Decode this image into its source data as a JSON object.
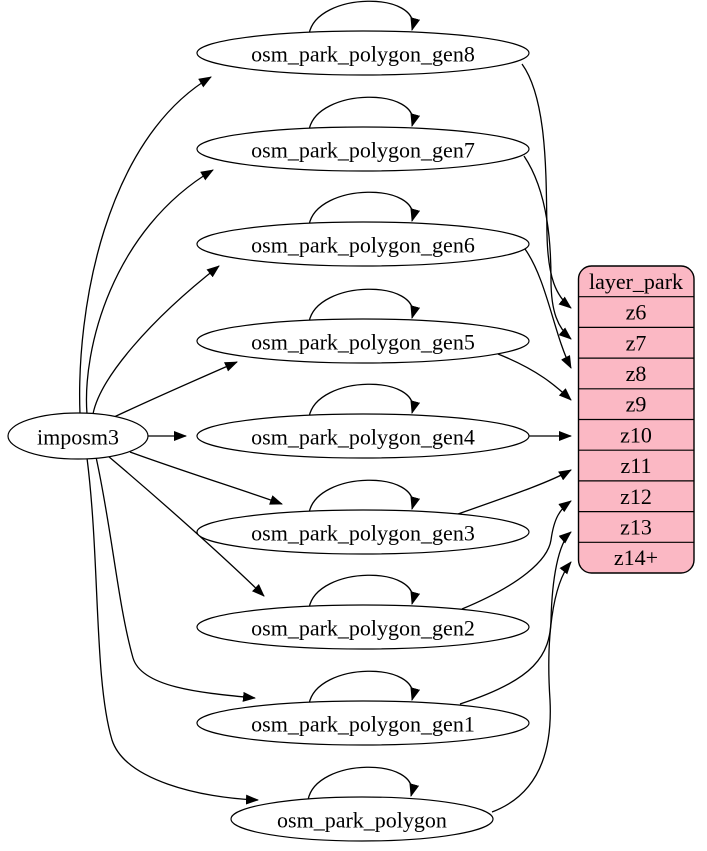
{
  "diagram": {
    "type": "graphviz-digraph",
    "background": "#ffffff",
    "source_node": {
      "label": "imposm3"
    },
    "generalized_nodes": [
      {
        "label": "osm_park_polygon_gen8"
      },
      {
        "label": "osm_park_polygon_gen7"
      },
      {
        "label": "osm_park_polygon_gen6"
      },
      {
        "label": "osm_park_polygon_gen5"
      },
      {
        "label": "osm_park_polygon_gen4"
      },
      {
        "label": "osm_park_polygon_gen3"
      },
      {
        "label": "osm_park_polygon_gen2"
      },
      {
        "label": "osm_park_polygon_gen1"
      },
      {
        "label": "osm_park_polygon"
      }
    ],
    "layer_table": {
      "title": "layer_park",
      "rows": [
        "z6",
        "z7",
        "z8",
        "z9",
        "z10",
        "z11",
        "z12",
        "z13",
        "z14+"
      ],
      "fill": "#fbb8c4",
      "border": "#000000"
    },
    "edges": [
      {
        "from": "imposm3",
        "to": "osm_park_polygon_gen8"
      },
      {
        "from": "imposm3",
        "to": "osm_park_polygon_gen7"
      },
      {
        "from": "imposm3",
        "to": "osm_park_polygon_gen6"
      },
      {
        "from": "imposm3",
        "to": "osm_park_polygon_gen5"
      },
      {
        "from": "imposm3",
        "to": "osm_park_polygon_gen4"
      },
      {
        "from": "imposm3",
        "to": "osm_park_polygon_gen3"
      },
      {
        "from": "imposm3",
        "to": "osm_park_polygon_gen2"
      },
      {
        "from": "imposm3",
        "to": "osm_park_polygon_gen1"
      },
      {
        "from": "imposm3",
        "to": "osm_park_polygon"
      },
      {
        "from": "osm_park_polygon_gen8",
        "to": "osm_park_polygon_gen8",
        "type": "self-loop"
      },
      {
        "from": "osm_park_polygon_gen7",
        "to": "osm_park_polygon_gen7",
        "type": "self-loop"
      },
      {
        "from": "osm_park_polygon_gen6",
        "to": "osm_park_polygon_gen6",
        "type": "self-loop"
      },
      {
        "from": "osm_park_polygon_gen5",
        "to": "osm_park_polygon_gen5",
        "type": "self-loop"
      },
      {
        "from": "osm_park_polygon_gen4",
        "to": "osm_park_polygon_gen4",
        "type": "self-loop"
      },
      {
        "from": "osm_park_polygon_gen3",
        "to": "osm_park_polygon_gen3",
        "type": "self-loop"
      },
      {
        "from": "osm_park_polygon_gen2",
        "to": "osm_park_polygon_gen2",
        "type": "self-loop"
      },
      {
        "from": "osm_park_polygon_gen1",
        "to": "osm_park_polygon_gen1",
        "type": "self-loop"
      },
      {
        "from": "osm_park_polygon",
        "to": "osm_park_polygon",
        "type": "self-loop"
      },
      {
        "from": "osm_park_polygon_gen8",
        "to": "layer_park.z6"
      },
      {
        "from": "osm_park_polygon_gen7",
        "to": "layer_park.z7"
      },
      {
        "from": "osm_park_polygon_gen6",
        "to": "layer_park.z8"
      },
      {
        "from": "osm_park_polygon_gen5",
        "to": "layer_park.z9"
      },
      {
        "from": "osm_park_polygon_gen4",
        "to": "layer_park.z10"
      },
      {
        "from": "osm_park_polygon_gen3",
        "to": "layer_park.z11"
      },
      {
        "from": "osm_park_polygon_gen2",
        "to": "layer_park.z12"
      },
      {
        "from": "osm_park_polygon_gen1",
        "to": "layer_park.z13"
      },
      {
        "from": "osm_park_polygon",
        "to": "layer_park.z14+"
      }
    ],
    "colors": {
      "edge": "#000000",
      "node_fill": "#ffffff",
      "node_border": "#000000",
      "table_fill": "#fbb8c4",
      "text": "#000000"
    }
  }
}
